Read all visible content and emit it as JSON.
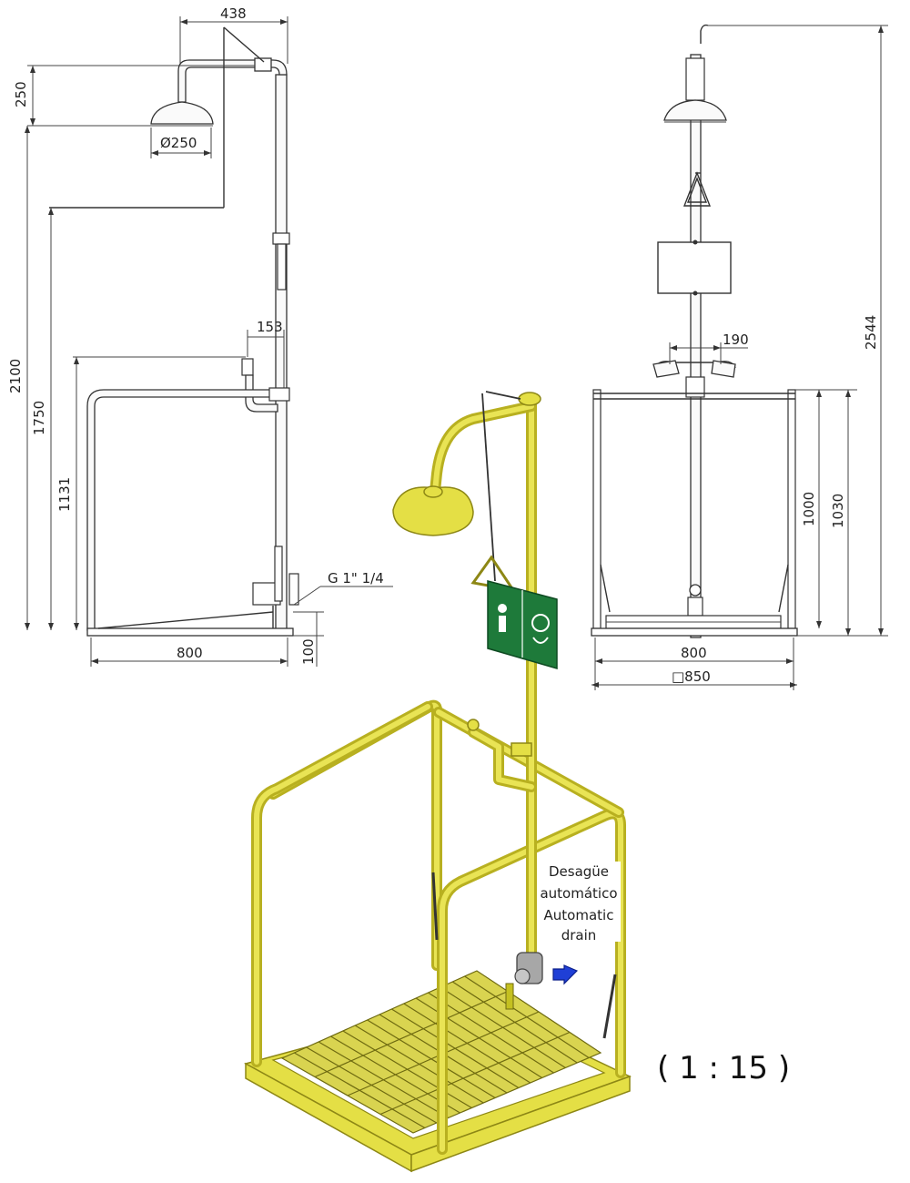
{
  "side_view": {
    "dims": {
      "width_top": "438",
      "head_drop": "250",
      "head_diameter": "Ø250",
      "height_total": "2100",
      "height_frame": "1750",
      "height_eyewash": "1131",
      "eyewash_offset": "153",
      "base_width": "800",
      "base_height": "100"
    },
    "connection": "G 1\" 1/4"
  },
  "front_view": {
    "dims": {
      "height_total": "2544",
      "eyewash_width": "190",
      "frame_height_inner": "1000",
      "frame_height_outer": "1030",
      "base_width": "800",
      "base_square": "□850"
    }
  },
  "iso_view": {
    "drain_label": [
      "Desagüe",
      "automático",
      "Automatic",
      "drain"
    ]
  },
  "scale": "( 1 : 15 )",
  "colors": {
    "equipment_yellow": "#e4df45",
    "sign_green": "#1e7a3a",
    "arrow_blue": "#1f3fd6"
  }
}
